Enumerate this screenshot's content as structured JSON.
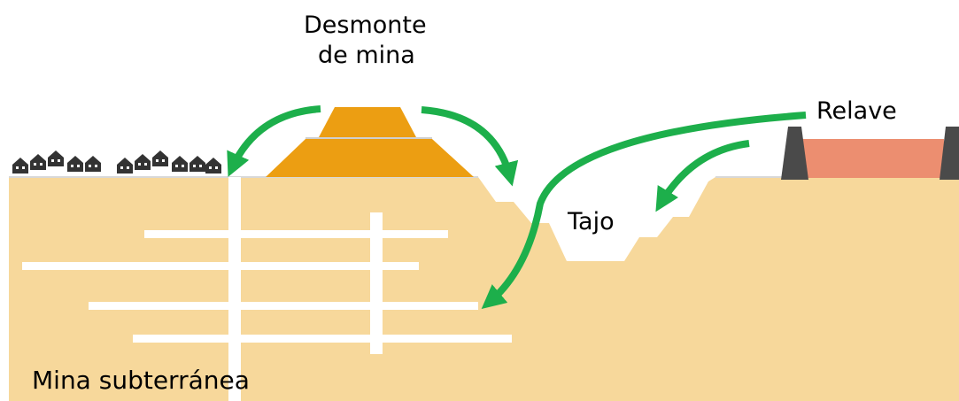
{
  "labels": {
    "waste_rock_line1": "Desmonte",
    "waste_rock_line2": "de mina",
    "tailings": "Relave",
    "open_pit": "Tajo",
    "underground_mine": "Mina subterránea"
  },
  "colors": {
    "ground": "#F7D89B",
    "waste_rock_pile": "#EC9E12",
    "tailings_pond": "#EC8E70",
    "dam": "#4A4A4A",
    "arrow": "#1DAF4B",
    "tunnels": "#FFFFFF",
    "houses": "#333333"
  },
  "icons": [
    "house-icon",
    "arrow-icon"
  ]
}
